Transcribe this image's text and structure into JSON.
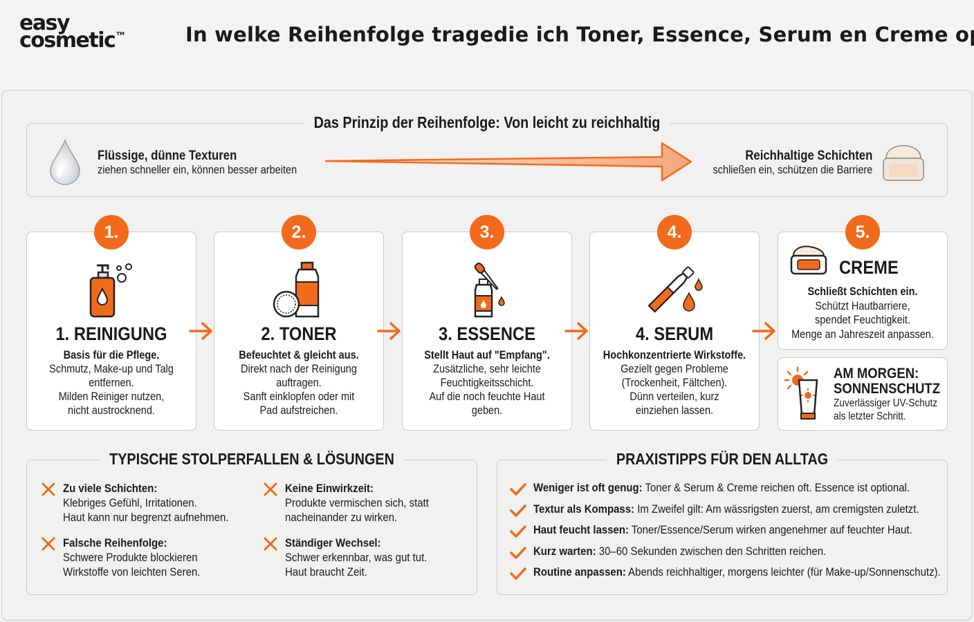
{
  "logo": {
    "line1": "easy",
    "line2": "cosmetic",
    "tm": "TM"
  },
  "title": "In welke Reihenfolge tragedie ich Toner, Essence, Serum en Creme op?",
  "principle": {
    "title": "Das Prinzip der Reihenfolge: Von leicht zu reichhaltig",
    "left_head": "Flüssige, dünne Texturen",
    "left_sub": "ziehen schneller ein, können besser arbeiten",
    "right_head": "Reichhaltige Schichten",
    "right_sub": "schließen ein, schützen die Barriere"
  },
  "steps": [
    {
      "badge": "1.",
      "title": "1. REINIGUNG",
      "lines": [
        "Basis für die Pflege.",
        "Schmutz, Make-up und Talg",
        "entfernen.",
        "Milden Reiniger nutzen,",
        "nicht austrocknend."
      ]
    },
    {
      "badge": "2.",
      "title": "2. TONER",
      "lines": [
        "Befeuchtet & gleicht aus.",
        "Direkt nach der Reinigung",
        "auftragen.",
        "Sanft einklopfen oder mit",
        "Pad aufstreichen."
      ]
    },
    {
      "badge": "3.",
      "title": "3. ESSENCE",
      "lines": [
        "Stellt Haut auf \"Empfang\".",
        "Zusätzliche, sehr leichte",
        "Feuchtigkeitsschicht.",
        "Auf die noch feuchte Haut",
        "geben."
      ]
    },
    {
      "badge": "4.",
      "title": "4. SERUM",
      "lines": [
        "Hochkonzentrierte Wirkstoffe.",
        "Gezielt gegen Probleme",
        "(Trockenheit, Fältchen).",
        "Dünn verteilen, kurz",
        "einziehen lassen."
      ]
    }
  ],
  "creme": {
    "badge": "5.",
    "title": "CREME",
    "lines": [
      "Schließt Schichten ein.",
      "Schützt Hautbarriere,",
      "spendet Feuchtigkeit.",
      "Menge an Jahreszeit anpassen."
    ]
  },
  "sunscreen": {
    "title1": "AM MORGEN:",
    "title2": "SONNENSCHUTZ",
    "line1": "Zuverlässiger UV-Schutz",
    "line2": "als letzter Schritt."
  },
  "pitfalls": {
    "title": "TYPISCHE STOLPERFALLEN & LÖSUNGEN",
    "items": [
      {
        "head": "Zu viele Schichten:",
        "l1": "Klebriges Gefühl, Irritationen.",
        "l2": "Haut kann nur begrenzt aufnehmen."
      },
      {
        "head": "Keine Einwirkzeit:",
        "l1": "Produkte vermischen sich, statt",
        "l2": "nacheinander zu wirken."
      },
      {
        "head": "Falsche Reihenfolge:",
        "l1": "Schwere Produkte blockieren",
        "l2": "Wirkstoffe von leichten Seren."
      },
      {
        "head": "Ständiger Wechsel:",
        "l1": "Schwer erkennbar, was gut tut.",
        "l2": "Haut braucht Zeit."
      }
    ]
  },
  "tips": {
    "title": "PRAXISTIPPS FÜR DEN ALLTAG",
    "items": [
      {
        "head": "Weniger ist oft genug:",
        "text": " Toner & Serum & Creme reichen oft. Essence ist optional."
      },
      {
        "head": "Textur als Kompass:",
        "text": " Im Zweifel gilt: Am wässrigsten zuerst, am cremigsten zuletzt."
      },
      {
        "head": "Haut feucht lassen:",
        "text": " Toner/Essence/Serum wirken angenehmer auf feuchter Haut."
      },
      {
        "head": "Kurz warten:",
        "text": " 30–60 Sekunden zwischen den Schritten reichen."
      },
      {
        "head": "Routine anpassen:",
        "text": " Abends reichhaltiger, morgens leichter (für Make-up/Sonnenschutz)."
      }
    ]
  },
  "colors": {
    "accent": "#f26a1b",
    "border": "#c9c9c9",
    "background": "#f3f3f3"
  }
}
